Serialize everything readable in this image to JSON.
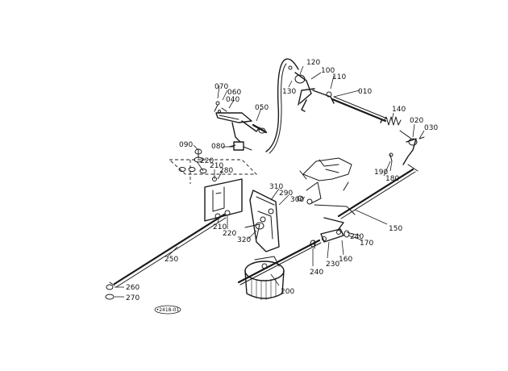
{
  "diagram": {
    "part_numbers": {
      "p010": "010",
      "p020": "020",
      "p030": "030",
      "p040": "040",
      "p050": "050",
      "p060": "060",
      "p070": "070",
      "p080": "080",
      "p090": "090",
      "p100": "100",
      "p110": "110",
      "p120": "120",
      "p130": "130",
      "p140": "140",
      "p150": "150",
      "p160": "160",
      "p170": "170",
      "p180": "180",
      "p190": "190",
      "p200": "200",
      "p210a": "210",
      "p210b": "210",
      "p220a": "220",
      "p220b": "220",
      "p230": "230",
      "p240a": "240",
      "p240b": "240",
      "p250": "250",
      "p260": "260",
      "p270": "270",
      "p280": "280",
      "p290": "290",
      "p300": "300",
      "p310": "310",
      "p320": "320"
    },
    "drawing_code": "•2418-01"
  }
}
